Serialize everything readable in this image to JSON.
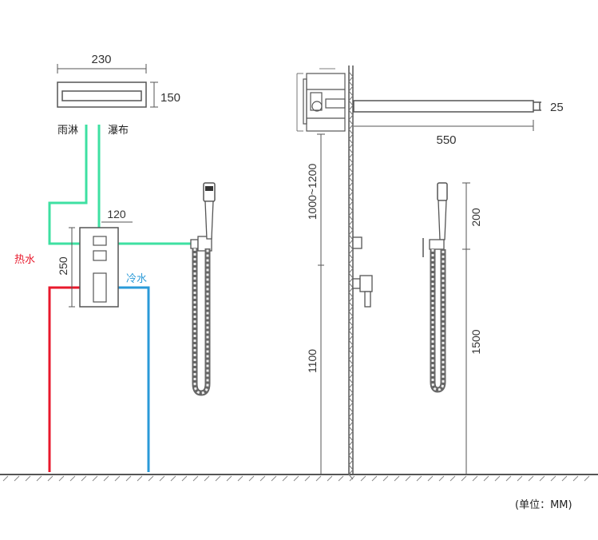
{
  "dimensions": {
    "head_width": "230",
    "head_height": "150",
    "valve_width": "120",
    "valve_height": "250",
    "arm_thickness": "25",
    "arm_length": "550",
    "ceiling_height_range": "1000~1200",
    "valve_height_from_floor": "1100",
    "holder_to_top": "200",
    "holder_height_from_floor": "1500"
  },
  "labels": {
    "rain": "雨淋",
    "waterfall": "瀑布",
    "hot_water": "热水",
    "cold_water": "冷水",
    "unit": "(单位：MM)"
  },
  "colors": {
    "hot_pipe": "#e8192c",
    "cold_pipe": "#2a9ad8",
    "outlet_pipe": "#3ee0a2",
    "hot_text": "#e8192c",
    "cold_text": "#2a9ad8",
    "line": "#555555"
  }
}
